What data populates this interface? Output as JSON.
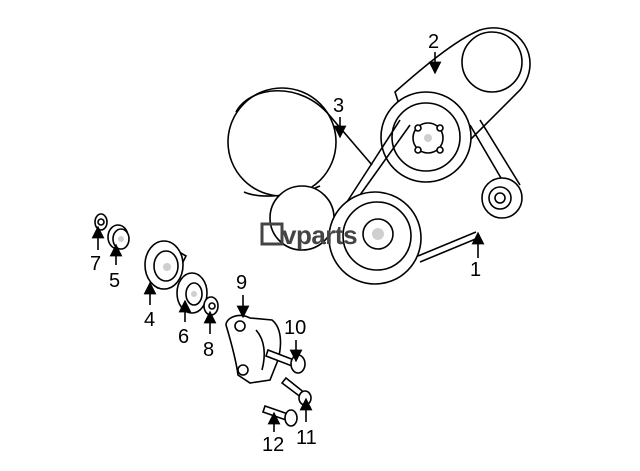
{
  "callouts": {
    "belt_main": "1",
    "belt_upper": "2",
    "belt_middle": "3",
    "idler_pulley": "4",
    "small_nut": "5",
    "pulley_washer": "6",
    "nut_small": "7",
    "spacer": "8",
    "bracket": "9",
    "bolt_long": "10",
    "bolt_short": "11",
    "bolt_lower": "12"
  },
  "watermark": "vparts",
  "colors": {
    "line": "#000000",
    "shade": "#cfcfcf",
    "watermark": "#444444"
  }
}
